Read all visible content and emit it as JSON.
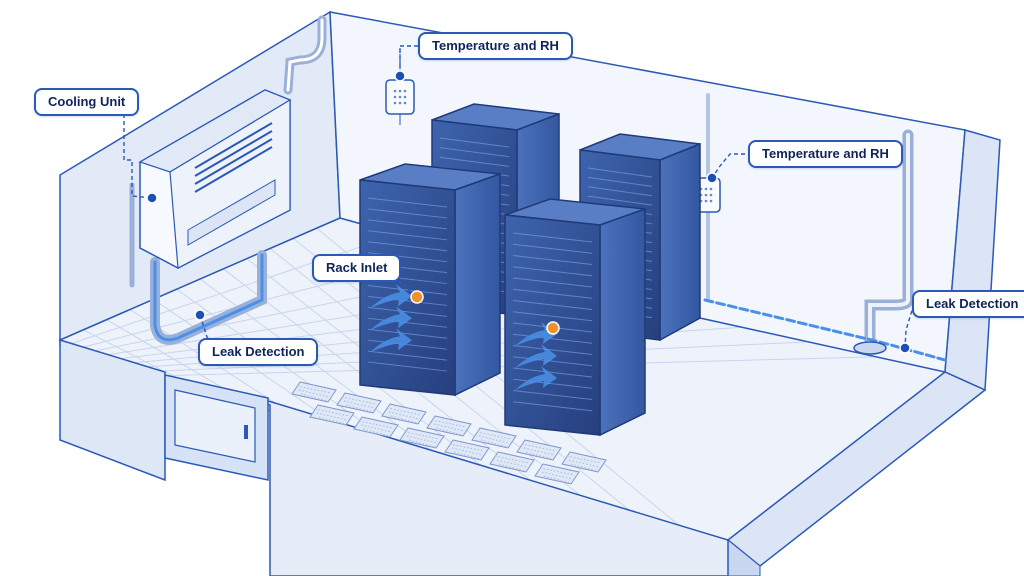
{
  "labels": {
    "cooling_unit": "Cooling Unit",
    "temp_rh_center": "Temperature and RH",
    "temp_rh_right": "Temperature and RH",
    "rack_inlet": "Rack Inlet",
    "leak_left": "Leak Detection",
    "leak_right": "Leak Detection"
  },
  "colors": {
    "outline": "#2b59b8",
    "text": "#10245a",
    "rack": "#3a5fa8",
    "airflow": "#4a90e8",
    "inlet_marker": "#f0922b",
    "sensor_dot": "#1d4fb5"
  },
  "icons": [
    "cooling-unit-icon",
    "sensor-icon",
    "server-rack-icon",
    "airflow-arrow-icon",
    "pipe-icon",
    "floor-tile-icon",
    "door-icon"
  ]
}
